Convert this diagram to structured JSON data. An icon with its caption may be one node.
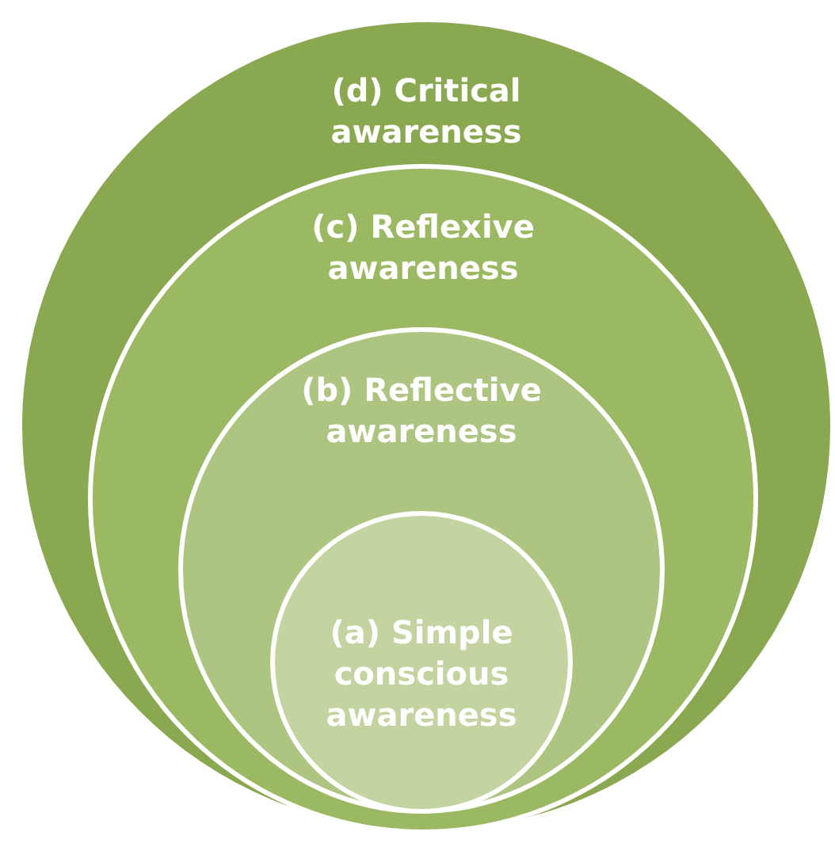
{
  "diagram": {
    "nodes": [
      {
        "text": [
          "(d) Critical awareness"
        ]
      },
      {
        "text": [
          "(c) Reflexive awareness"
        ],
        "in": 0
      },
      {
        "text": [
          "(b) Reflective awareness"
        ],
        "in": 1
      },
      {
        "text": [
          "(a) Simple conscious awareness"
        ],
        "in": 2
      }
    ]
  }
}
